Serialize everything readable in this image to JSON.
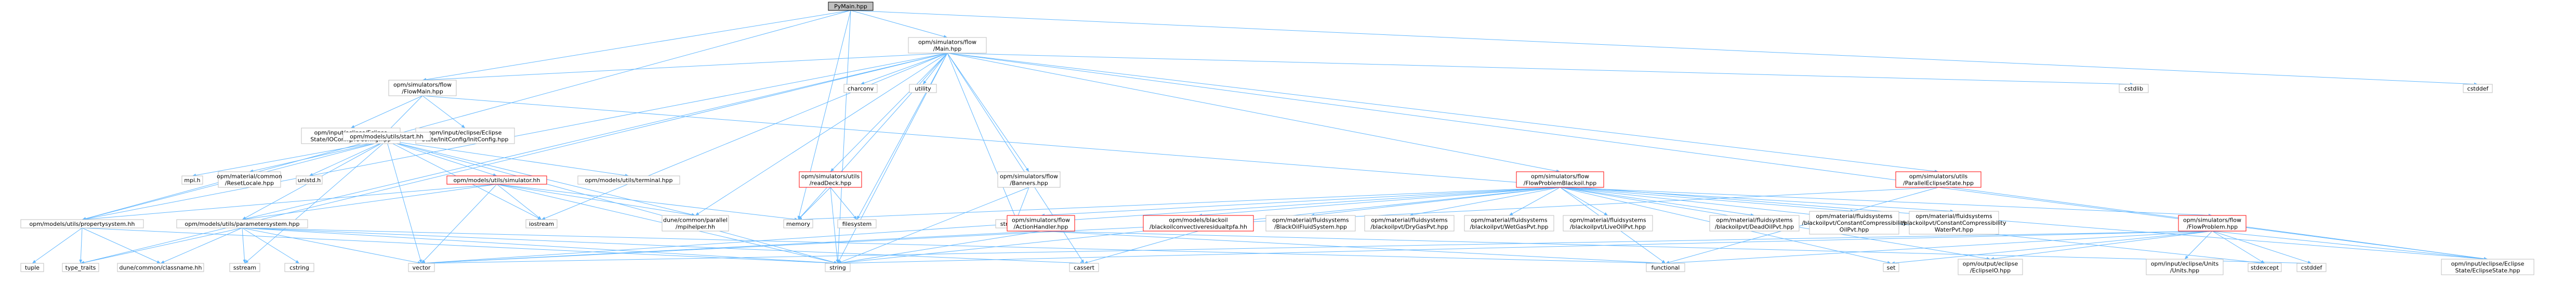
{
  "diagram": {
    "nodes": [
      {
        "id": "pymain",
        "lines": [
          "PyMain.hpp"
        ],
        "style": "root"
      },
      {
        "id": "flowmain",
        "lines": [
          "opm/simulators/flow",
          "/Main.hpp"
        ],
        "style": "plain"
      },
      {
        "id": "flowmainhpp",
        "lines": [
          "opm/simulators/flow",
          "/FlowMain.hpp"
        ],
        "style": "plain"
      },
      {
        "id": "chrono",
        "lines": [
          "charconv"
        ],
        "style": "plain"
      },
      {
        "id": "utility",
        "lines": [
          "utility"
        ],
        "style": "plain"
      },
      {
        "id": "cstdlib",
        "lines": [
          "cstdlib"
        ],
        "style": "plain"
      },
      {
        "id": "cstddef_top",
        "lines": [
          "cstddef"
        ],
        "style": "plain"
      },
      {
        "id": "ioconfig",
        "lines": [
          "opm/input/eclipse/Eclipse",
          "State/IOConfig/IOConfig.hpp"
        ],
        "style": "plain"
      },
      {
        "id": "initconfig",
        "lines": [
          "opm/input/eclipse/Eclipse",
          "State/InitConfig/InitConfig.hpp"
        ],
        "style": "plain"
      },
      {
        "id": "start",
        "lines": [
          "opm/models/utils/start.hh"
        ],
        "style": "plain"
      },
      {
        "id": "mpih",
        "lines": [
          "mpi.h"
        ],
        "style": "plain"
      },
      {
        "id": "resetlocale",
        "lines": [
          "opm/material/common",
          "/ResetLocale.hpp"
        ],
        "style": "plain"
      },
      {
        "id": "unistd",
        "lines": [
          "unistd.h"
        ],
        "style": "plain"
      },
      {
        "id": "simulator",
        "lines": [
          "opm/models/utils/simulator.hh"
        ],
        "style": "red"
      },
      {
        "id": "terminal",
        "lines": [
          "opm/models/utils/terminal.hpp"
        ],
        "style": "plain"
      },
      {
        "id": "readdeck",
        "lines": [
          "opm/simulators/utils",
          "/readDeck.hpp"
        ],
        "style": "red"
      },
      {
        "id": "banners",
        "lines": [
          "opm/simulators/flow",
          "/Banners.hpp"
        ],
        "style": "plain"
      },
      {
        "id": "blackoil",
        "lines": [
          "opm/simulators/flow",
          "/FlowProblemBlackoil.hpp"
        ],
        "style": "red"
      },
      {
        "id": "parallelecl",
        "lines": [
          "opm/simulators/utils",
          "/ParallelEclipseState.hpp"
        ],
        "style": "red"
      },
      {
        "id": "propsys",
        "lines": [
          "opm/models/utils/propertysystem.hh"
        ],
        "style": "plain"
      },
      {
        "id": "paramsys",
        "lines": [
          "opm/models/utils/parametersystem.hpp"
        ],
        "style": "plain"
      },
      {
        "id": "iostream",
        "lines": [
          "iostream"
        ],
        "style": "plain"
      },
      {
        "id": "mpihelper",
        "lines": [
          "dune/common/parallel",
          "/mpihelper.hh"
        ],
        "style": "plain"
      },
      {
        "id": "memory",
        "lines": [
          "memory"
        ],
        "style": "plain"
      },
      {
        "id": "filesystem",
        "lines": [
          "filesystem"
        ],
        "style": "plain"
      },
      {
        "id": "stringview",
        "lines": [
          "string_view"
        ],
        "style": "plain"
      },
      {
        "id": "actionhandler",
        "lines": [
          "opm/simulators/flow",
          "/ActionHandler.hpp"
        ],
        "style": "red"
      },
      {
        "id": "residualnbc",
        "lines": [
          "opm/models/blackoil",
          "/blackoilconvectiveresidualtpfa.hh"
        ],
        "style": "red"
      },
      {
        "id": "fluidsystem",
        "lines": [
          "opm/material/fluidsystems",
          "/BlackOilFluidSystem.hpp"
        ],
        "style": "plain"
      },
      {
        "id": "drygas",
        "lines": [
          "opm/material/fluidsystems",
          "/blackoilpvt/DryGasPvt.hpp"
        ],
        "style": "plain"
      },
      {
        "id": "wetgas",
        "lines": [
          "opm/material/fluidsystems",
          "/blackoilpvt/WetGasPvt.hpp"
        ],
        "style": "plain"
      },
      {
        "id": "liveoil",
        "lines": [
          "opm/material/fluidsystems",
          "/blackoilpvt/LiveOilPvt.hpp"
        ],
        "style": "plain"
      },
      {
        "id": "deadoil",
        "lines": [
          "opm/material/fluidsystems",
          "/blackoilpvt/DeadOilPvt.hpp"
        ],
        "style": "plain"
      },
      {
        "id": "constcompoil",
        "lines": [
          "opm/material/fluidsystems",
          "/blackoilpvt/ConstantCompressibility",
          "OilPvt.hpp"
        ],
        "style": "plain"
      },
      {
        "id": "constcompwater",
        "lines": [
          "opm/material/fluidsystems",
          "/blackoilpvt/ConstantCompressibility",
          "WaterPvt.hpp"
        ],
        "style": "plain"
      },
      {
        "id": "flowproblem",
        "lines": [
          "opm/simulators/flow",
          "/FlowProblem.hpp"
        ],
        "style": "red"
      },
      {
        "id": "tuple",
        "lines": [
          "tuple"
        ],
        "style": "plain"
      },
      {
        "id": "typetraits",
        "lines": [
          "type_traits"
        ],
        "style": "plain"
      },
      {
        "id": "classname",
        "lines": [
          "dune/common/classname.hh"
        ],
        "style": "plain"
      },
      {
        "id": "sstream",
        "lines": [
          "sstream"
        ],
        "style": "plain"
      },
      {
        "id": "cstring",
        "lines": [
          "cstring"
        ],
        "style": "plain"
      },
      {
        "id": "vector",
        "lines": [
          "vector"
        ],
        "style": "plain"
      },
      {
        "id": "string",
        "lines": [
          "string"
        ],
        "style": "plain"
      },
      {
        "id": "cassert",
        "lines": [
          "cassert"
        ],
        "style": "plain"
      },
      {
        "id": "functional",
        "lines": [
          "functional"
        ],
        "style": "plain"
      },
      {
        "id": "set",
        "lines": [
          "set"
        ],
        "style": "plain"
      },
      {
        "id": "eclipseio",
        "lines": [
          "opm/output/eclipse",
          "/EclipseIO.hpp"
        ],
        "style": "plain"
      },
      {
        "id": "units",
        "lines": [
          "opm/input/eclipse/Units",
          "/Units.hpp"
        ],
        "style": "plain"
      },
      {
        "id": "stdexcept",
        "lines": [
          "stdexcept"
        ],
        "style": "plain"
      },
      {
        "id": "cstddef",
        "lines": [
          "cstddef"
        ],
        "style": "plain"
      },
      {
        "id": "eclipsestate",
        "lines": [
          "opm/input/eclipse/Eclipse",
          "State/EclipseState.hpp"
        ],
        "style": "plain"
      }
    ],
    "edges": [
      [
        "pymain",
        "flowmain"
      ],
      [
        "pymain",
        "flowmainhpp"
      ],
      [
        "pymain",
        "propsys"
      ],
      [
        "pymain",
        "memory"
      ],
      [
        "pymain",
        "string"
      ],
      [
        "pymain",
        "cstddef_top"
      ],
      [
        "flowmain",
        "flowmainhpp"
      ],
      [
        "flowmain",
        "chrono"
      ],
      [
        "flowmain",
        "utility"
      ],
      [
        "flowmain",
        "cstdlib"
      ],
      [
        "flowmain",
        "banners"
      ],
      [
        "flowmain",
        "blackoil"
      ],
      [
        "flowmain",
        "parallelecl"
      ],
      [
        "flowmain",
        "propsys"
      ],
      [
        "flowmain",
        "paramsys"
      ],
      [
        "flowmain",
        "mpihelper"
      ],
      [
        "flowmain",
        "readdeck"
      ],
      [
        "flowmain",
        "filesystem"
      ],
      [
        "flowmain",
        "stringview"
      ],
      [
        "flowmain",
        "cassert"
      ],
      [
        "flowmain",
        "string"
      ],
      [
        "flowmain",
        "typetraits"
      ],
      [
        "flowmain",
        "eclipsestate"
      ],
      [
        "flowmain",
        "iostream"
      ],
      [
        "flowmain",
        "memory"
      ],
      [
        "flowmainhpp",
        "ioconfig"
      ],
      [
        "flowmainhpp",
        "initconfig"
      ],
      [
        "flowmainhpp",
        "start"
      ],
      [
        "flowmainhpp",
        "eclipsestate"
      ],
      [
        "start",
        "mpih"
      ],
      [
        "start",
        "resetlocale"
      ],
      [
        "start",
        "unistd"
      ],
      [
        "start",
        "simulator"
      ],
      [
        "start",
        "terminal"
      ],
      [
        "start",
        "propsys"
      ],
      [
        "start",
        "paramsys"
      ],
      [
        "start",
        "iostream"
      ],
      [
        "start",
        "sstream"
      ],
      [
        "start",
        "string"
      ],
      [
        "start",
        "vector"
      ],
      [
        "start",
        "mpihelper"
      ],
      [
        "simulator",
        "paramsys"
      ],
      [
        "simulator",
        "propsys"
      ],
      [
        "simulator",
        "iostream"
      ],
      [
        "simulator",
        "memory"
      ],
      [
        "simulator",
        "vector"
      ],
      [
        "simulator",
        "string"
      ],
      [
        "simulator",
        "mpihelper"
      ],
      [
        "readdeck",
        "filesystem"
      ],
      [
        "readdeck",
        "memory"
      ],
      [
        "readdeck",
        "string"
      ],
      [
        "banners",
        "string"
      ],
      [
        "banners",
        "stringview"
      ],
      [
        "blackoil",
        "actionhandler"
      ],
      [
        "blackoil",
        "residualnbc"
      ],
      [
        "blackoil",
        "fluidsystem"
      ],
      [
        "blackoil",
        "drygas"
      ],
      [
        "blackoil",
        "wetgas"
      ],
      [
        "blackoil",
        "liveoil"
      ],
      [
        "blackoil",
        "deadoil"
      ],
      [
        "blackoil",
        "constcompoil"
      ],
      [
        "blackoil",
        "constcompwater"
      ],
      [
        "blackoil",
        "flowproblem"
      ],
      [
        "blackoil",
        "eclipseio"
      ],
      [
        "blackoil",
        "vector"
      ],
      [
        "blackoil",
        "string"
      ],
      [
        "blackoil",
        "functional"
      ],
      [
        "blackoil",
        "set"
      ],
      [
        "blackoil",
        "stdexcept"
      ],
      [
        "blackoil",
        "memory"
      ],
      [
        "parallelecl",
        "eclipsestate"
      ],
      [
        "parallelecl",
        "functional"
      ],
      [
        "parallelecl",
        "vector"
      ],
      [
        "propsys",
        "tuple"
      ],
      [
        "propsys",
        "typetraits"
      ],
      [
        "propsys",
        "classname"
      ],
      [
        "propsys",
        "string"
      ],
      [
        "paramsys",
        "classname"
      ],
      [
        "paramsys",
        "sstream"
      ],
      [
        "paramsys",
        "cstring"
      ],
      [
        "paramsys",
        "vector"
      ],
      [
        "paramsys",
        "string"
      ],
      [
        "paramsys",
        "typetraits"
      ],
      [
        "paramsys",
        "functional"
      ],
      [
        "paramsys",
        "cassert"
      ],
      [
        "actionhandler",
        "string"
      ],
      [
        "actionhandler",
        "vector"
      ],
      [
        "actionhandler",
        "functional"
      ],
      [
        "actionhandler",
        "cstddef"
      ],
      [
        "residualnbc",
        "cassert"
      ],
      [
        "flowproblem",
        "vector"
      ],
      [
        "flowproblem",
        "string"
      ],
      [
        "flowproblem",
        "functional"
      ],
      [
        "flowproblem",
        "set"
      ],
      [
        "flowproblem",
        "eclipseio"
      ],
      [
        "flowproblem",
        "units"
      ],
      [
        "flowproblem",
        "stdexcept"
      ],
      [
        "flowproblem",
        "cstddef"
      ],
      [
        "flowproblem",
        "eclipsestate"
      ]
    ]
  }
}
